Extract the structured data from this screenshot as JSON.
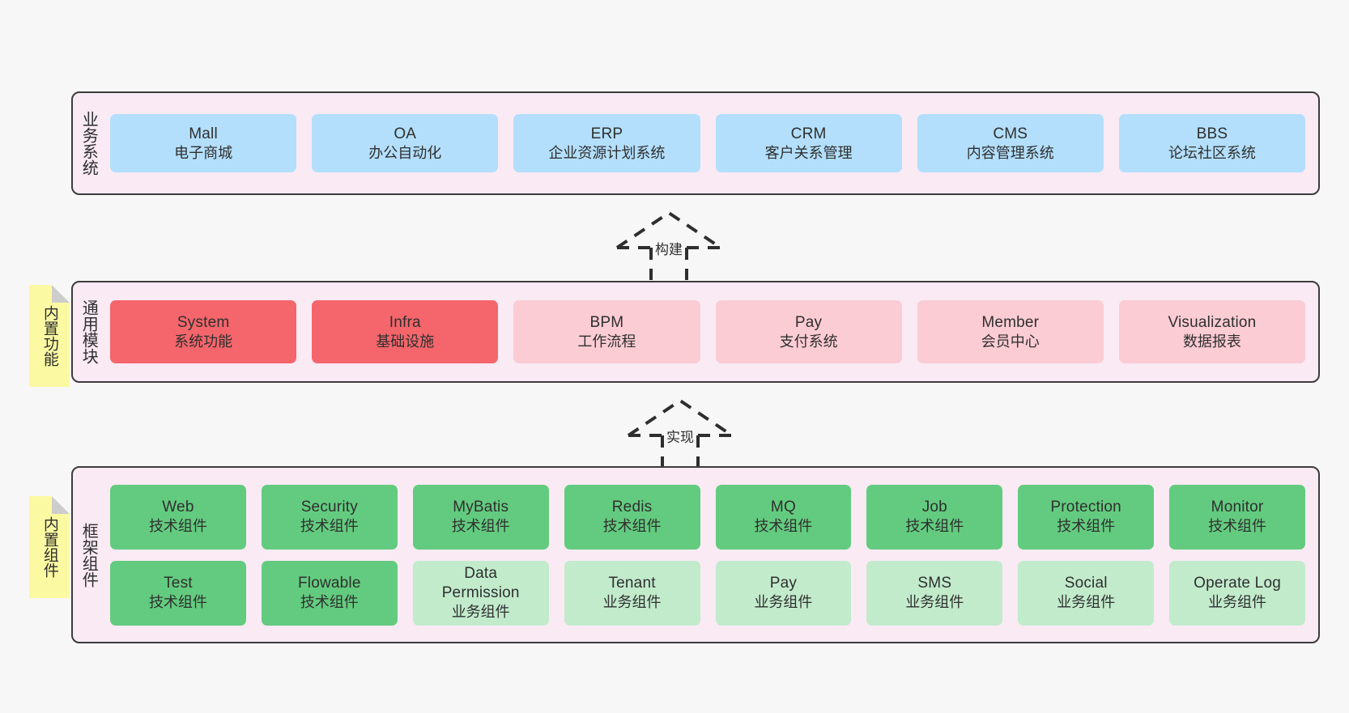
{
  "diagram": {
    "title_colors": {
      "layer_background": "#f9eaf4",
      "layer_border": "#3c3c3c",
      "business_card": "#b3dffc",
      "module_primary": "#f4666b",
      "module_secondary": "#fcccd4",
      "tech_component": "#63cb7f",
      "biz_component": "#c2ebcc",
      "sticky_note": "#fbfaa2",
      "page_background": "#f7f7f7"
    }
  },
  "layers": [
    {
      "id": "business-system",
      "label": "业务系统",
      "rows": [
        {
          "cards": [
            {
              "en": "Mall",
              "cn": "电子商城",
              "style": "c-blue"
            },
            {
              "en": "OA",
              "cn": "办公自动化",
              "style": "c-blue"
            },
            {
              "en": "ERP",
              "cn": "企业资源计划系统",
              "style": "c-blue"
            },
            {
              "en": "CRM",
              "cn": "客户关系管理",
              "style": "c-blue"
            },
            {
              "en": "CMS",
              "cn": "内容管理系统",
              "style": "c-blue"
            },
            {
              "en": "BBS",
              "cn": "论坛社区系统",
              "style": "c-blue"
            }
          ]
        }
      ]
    },
    {
      "id": "common-module",
      "label": "通用模块",
      "note": "内置功能",
      "rows": [
        {
          "cards": [
            {
              "en": "System",
              "cn": "系统功能",
              "style": "c-red"
            },
            {
              "en": "Infra",
              "cn": "基础设施",
              "style": "c-red"
            },
            {
              "en": "BPM",
              "cn": "工作流程",
              "style": "c-pink"
            },
            {
              "en": "Pay",
              "cn": "支付系统",
              "style": "c-pink"
            },
            {
              "en": "Member",
              "cn": "会员中心",
              "style": "c-pink"
            },
            {
              "en": "Visualization",
              "cn": "数据报表",
              "style": "c-pink"
            }
          ]
        }
      ]
    },
    {
      "id": "framework-component",
      "label": "框架组件",
      "note": "内置组件",
      "rows": [
        {
          "cards": [
            {
              "en": "Web",
              "cn": "技术组件",
              "style": "c-green"
            },
            {
              "en": "Security",
              "cn": "技术组件",
              "style": "c-green"
            },
            {
              "en": "MyBatis",
              "cn": "技术组件",
              "style": "c-green"
            },
            {
              "en": "Redis",
              "cn": "技术组件",
              "style": "c-green"
            },
            {
              "en": "MQ",
              "cn": "技术组件",
              "style": "c-green"
            },
            {
              "en": "Job",
              "cn": "技术组件",
              "style": "c-green"
            },
            {
              "en": "Protection",
              "cn": "技术组件",
              "style": "c-green"
            },
            {
              "en": "Monitor",
              "cn": "技术组件",
              "style": "c-green"
            }
          ]
        },
        {
          "cards": [
            {
              "en": "Test",
              "cn": "技术组件",
              "style": "c-green"
            },
            {
              "en": "Flowable",
              "cn": "技术组件",
              "style": "c-green"
            },
            {
              "en": "Data Permission",
              "cn": "业务组件",
              "style": "c-lightgreen"
            },
            {
              "en": "Tenant",
              "cn": "业务组件",
              "style": "c-lightgreen"
            },
            {
              "en": "Pay",
              "cn": "业务组件",
              "style": "c-lightgreen"
            },
            {
              "en": "SMS",
              "cn": "业务组件",
              "style": "c-lightgreen"
            },
            {
              "en": "Social",
              "cn": "业务组件",
              "style": "c-lightgreen"
            },
            {
              "en": "Operate Log",
              "cn": "业务组件",
              "style": "c-lightgreen"
            }
          ]
        }
      ]
    }
  ],
  "arrows": [
    {
      "id": "build",
      "label": "构建"
    },
    {
      "id": "implement",
      "label": "实现"
    }
  ]
}
